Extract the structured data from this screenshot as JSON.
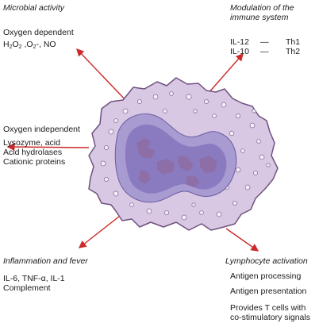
{
  "colors": {
    "cell_fill": "#d9c8e4",
    "cell_edge": "#6f527f",
    "nucleus_outer": "#a79bd2",
    "nucleus_inner": "#8a7bc0",
    "chromatin": "#8e6ea7",
    "granule": "#f4eef8",
    "arrow": "#cc2a2a",
    "text": "#1a1a1a"
  },
  "microbial": {
    "title": "Microbial activity",
    "oxygen_dependent": "Oxygen dependent",
    "formula": {
      "h": "H",
      "h2": "2",
      "o": "O",
      "o2": "2",
      "sep": " ,O",
      "o2b": "2",
      "minus": "-",
      "no": ", NO"
    }
  },
  "oxygen_independent": {
    "title": "Oxygen independent",
    "items": [
      "Lysozyme, acid",
      "Acid hydrolases",
      "Cationic proteins"
    ]
  },
  "immune": {
    "title_line1": "Modulation of the",
    "title_line2": "immune system",
    "rows": [
      {
        "il": "IL-12",
        "dash": "—",
        "th": "Th1"
      },
      {
        "il": "IL-10",
        "dash": "—",
        "th": "Th2"
      }
    ]
  },
  "inflammation": {
    "title": "Inflammation and fever",
    "line1": "IL-6, TNF-α, IL-1",
    "line2": "Complement"
  },
  "lymphocyte": {
    "title": "Lymphocyte activation",
    "items": [
      "Antigen processing",
      "Antigen presentation",
      "Provides T cells with",
      "co-stimulatory signals"
    ]
  }
}
